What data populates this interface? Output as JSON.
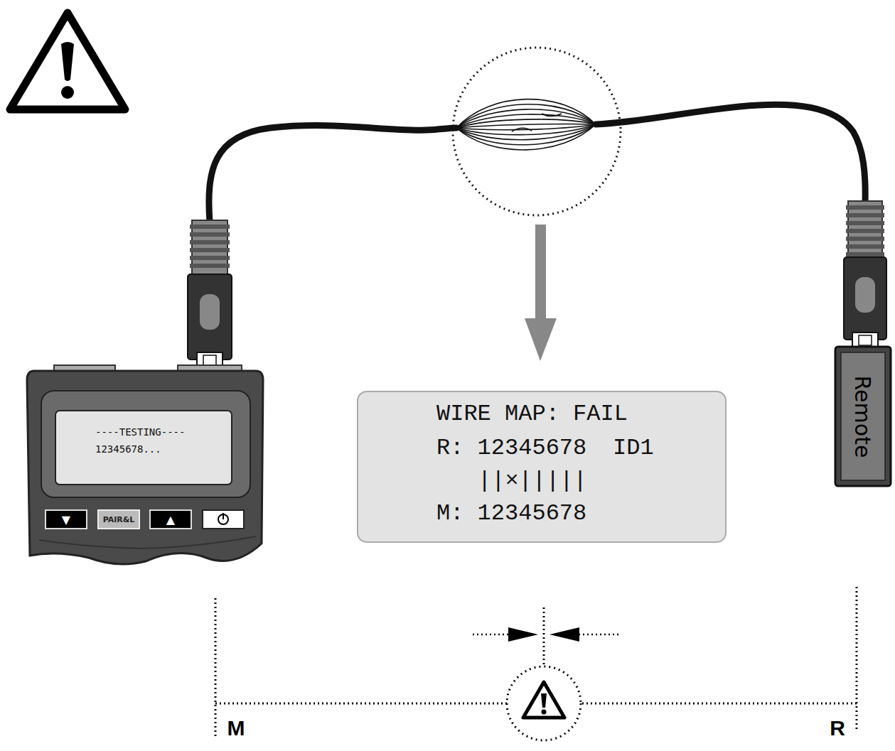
{
  "diagram": {
    "nodes": [
      {
        "text": [
          "----TESTING----",
          "12345678..."
        ]
      },
      {
        "text": [
          "WIRE MAP: FAIL",
          "R: 12345678",
          "ID1",
          "||×|||||",
          "M: 12345678"
        ]
      },
      {
        "text": [
          "Remote"
        ]
      }
    ],
    "labels": [
      "▼",
      "PAIR&L",
      "▲",
      "M",
      "R"
    ]
  }
}
